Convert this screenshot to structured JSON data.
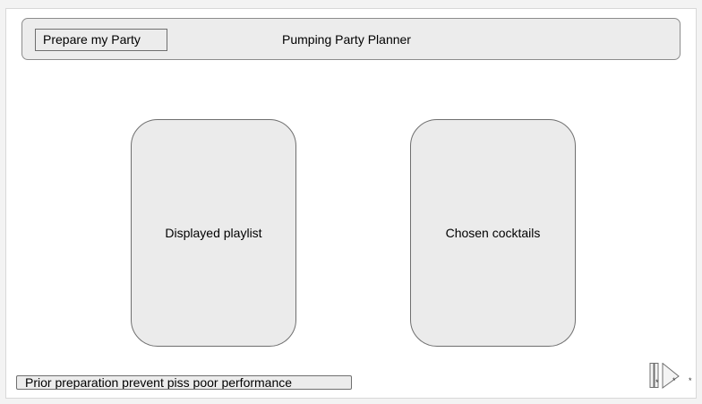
{
  "header": {
    "prepare_button_label": "Prepare my Party",
    "title": "Pumping Party Planner"
  },
  "panels": {
    "playlist_label": "Displayed playlist",
    "cocktails_label": "Chosen cocktails"
  },
  "footer": {
    "note": "Prior preparation prevent piss poor performance"
  },
  "icons": {
    "nav_control": "play-next-icon"
  },
  "colors": {
    "panel_fill": "#ebebeb",
    "bar_fill": "#ececec",
    "border": "#6f6f6f"
  }
}
